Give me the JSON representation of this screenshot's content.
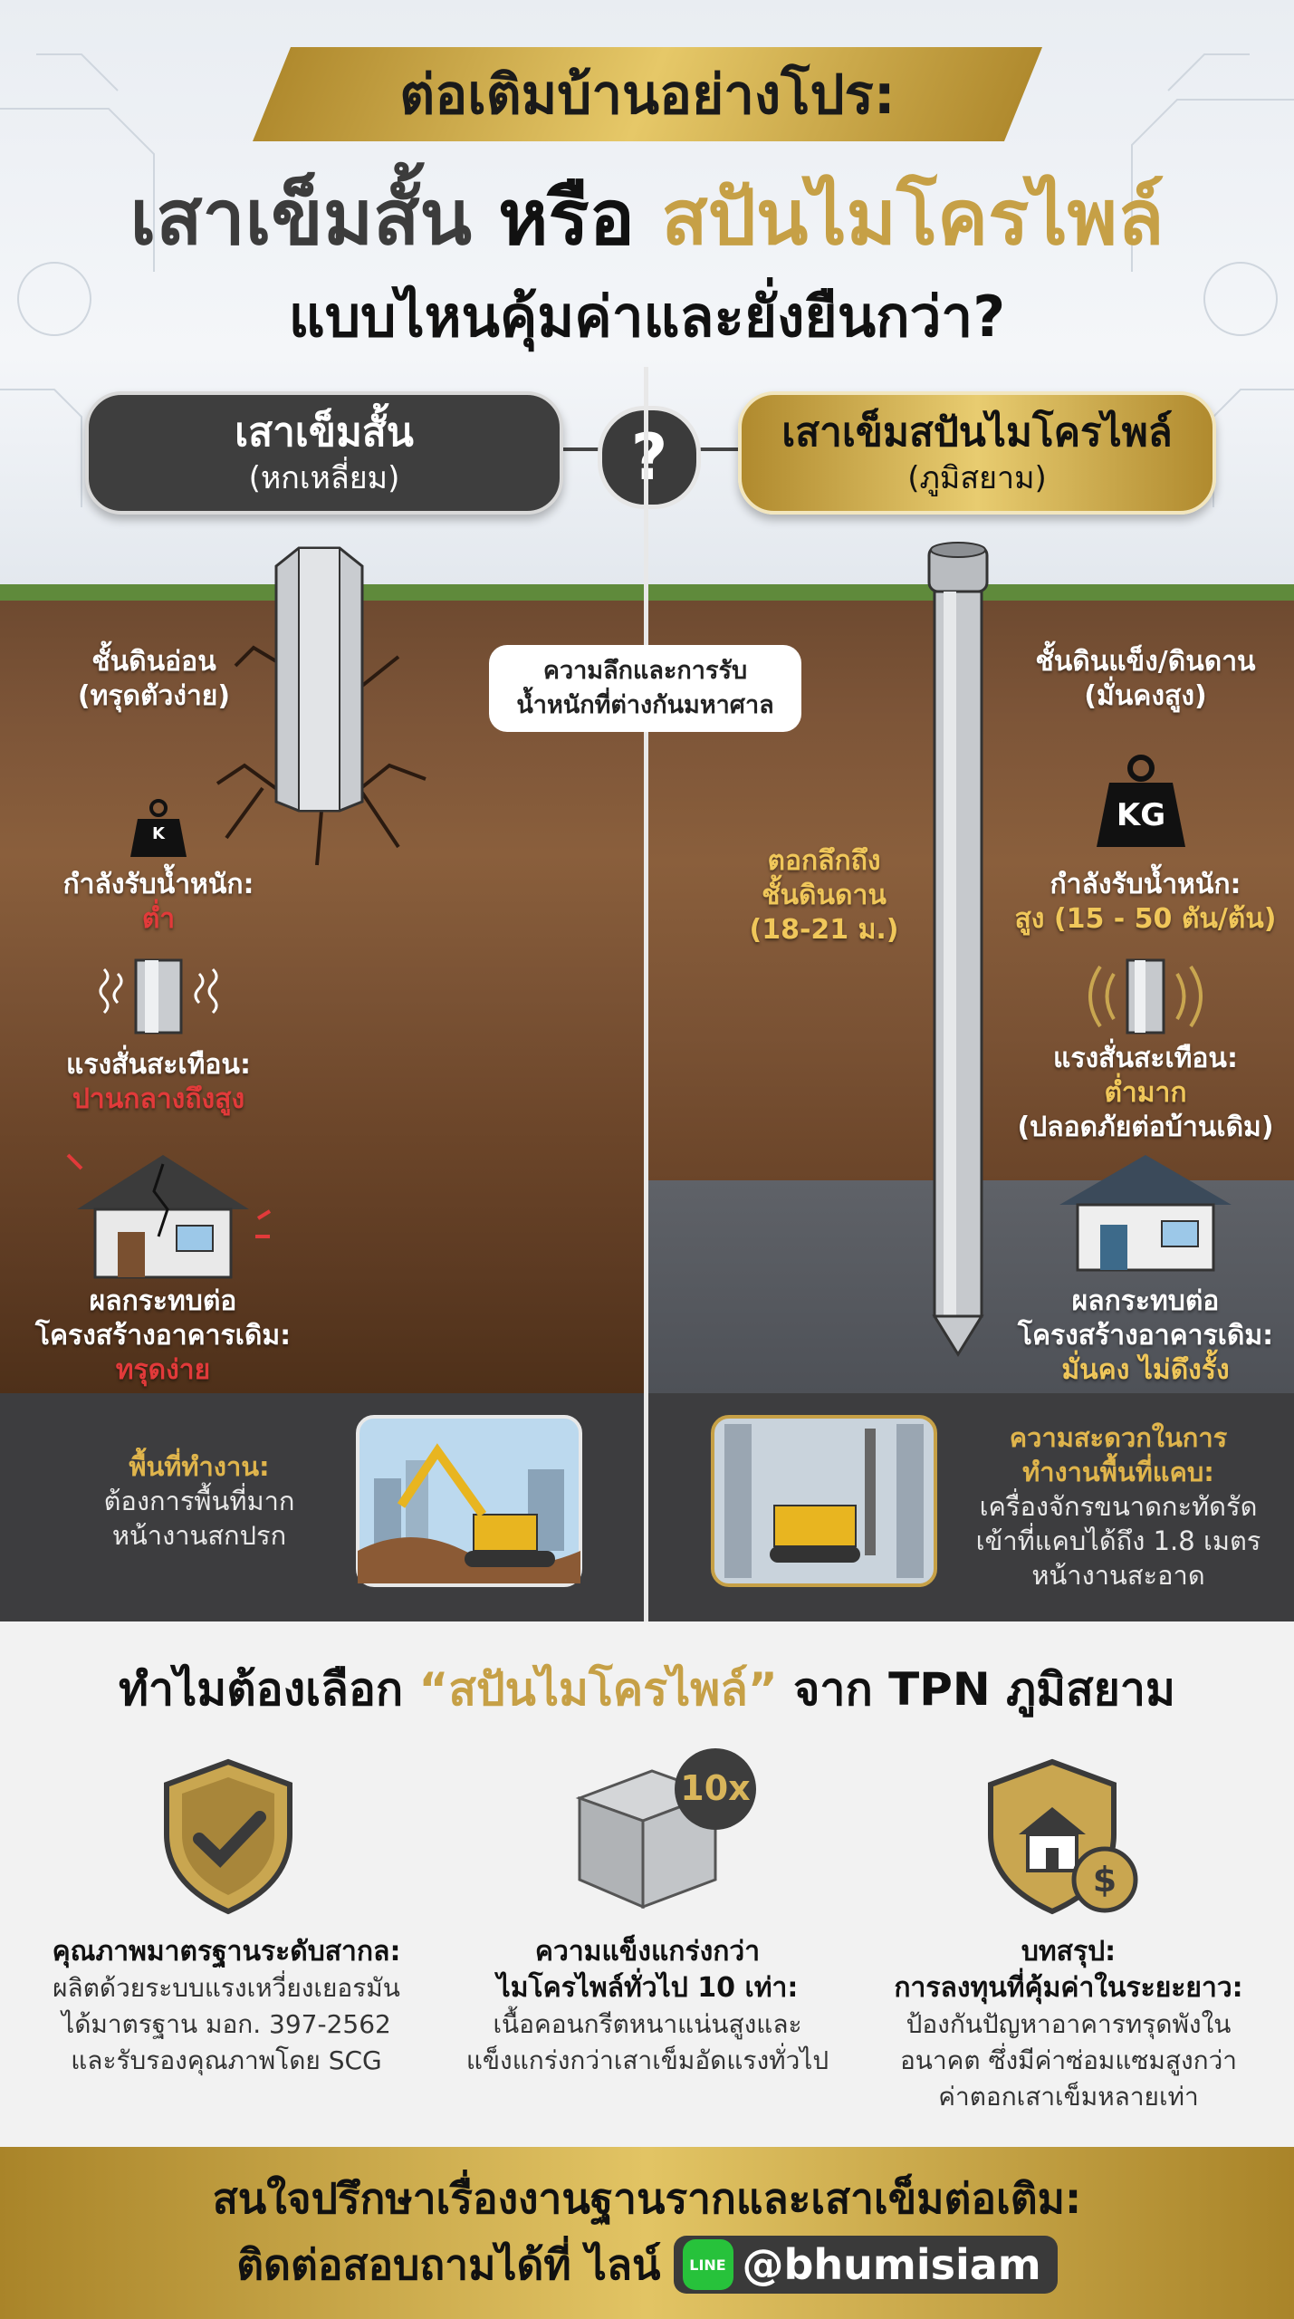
{
  "header": {
    "banner": "ต่อเติมบ้านอย่างโปร:",
    "title_part1": "เสาเข็มสั้น",
    "title_part2": "หรือ",
    "title_part3": "สปันไมโครไพล์",
    "subtitle": "แบบไหนคุ้มค่าและยั่งยืนกว่า?",
    "question_mark": "?"
  },
  "left_pill": {
    "title": "เสาเข็มสั้น",
    "subtitle": "(หกเหลี่ยม)"
  },
  "right_pill": {
    "title": "เสาเข็มสปันไมโครไพล์",
    "subtitle": "(ภูมิสยาม)"
  },
  "center_box": {
    "line1": "ความลึกและการรับ",
    "line2": "น้ำหนักที่ต่างกันมหาศาล"
  },
  "left": {
    "soil_label": "ชั้นดินอ่อน",
    "soil_sub": "(ทรุดตัวง่าย)",
    "weight_icon_text": "K",
    "load_label": "กำลังรับน้ำหนัก:",
    "load_value": "ต่ำ",
    "vibration_label": "แรงสั่นสะเทือน:",
    "vibration_value": "ปานกลางถึงสูง",
    "impact_label1": "ผลกระทบต่อ",
    "impact_label2": "โครงสร้างอาคารเดิม:",
    "impact_value": "ทรุดง่าย"
  },
  "right": {
    "soil_label": "ชั้นดินแข็ง/ดินดาน",
    "soil_sub": "(มั่นคงสูง)",
    "depth_label1": "ตอกลึกถึง",
    "depth_label2": "ชั้นดินดาน",
    "depth_value": "(18-21 ม.)",
    "weight_icon_text": "KG",
    "load_label": "กำลังรับน้ำหนัก:",
    "load_value": "สูง (15 - 50 ตัน/ต้น)",
    "vibration_label": "แรงสั่นสะเทือน:",
    "vibration_value": "ต่ำมาก",
    "vibration_note": "(ปลอดภัยต่อบ้านเดิม)",
    "impact_label1": "ผลกระทบต่อ",
    "impact_label2": "โครงสร้างอาคารเดิม:",
    "impact_value": "มั่นคง ไม่ดึงรั้ง"
  },
  "work_left": {
    "title": "พื้นที่ทำงาน:",
    "line1": "ต้องการพื้นที่มาก",
    "line2": "หน้างานสกปรก"
  },
  "work_right": {
    "title1": "ความสะดวกในการ",
    "title2": "ทำงานพื้นที่แคบ:",
    "line1": "เครื่องจักรขนาดกะทัดรัด",
    "line2": "เข้าที่แคบได้ถึง 1.8 เมตร",
    "line3": "หน้างานสะอาด"
  },
  "why": {
    "title_pre": "ทำไมต้องเลือก ",
    "title_highlight": "“สปันไมโครไพล์”",
    "title_post": " จาก TPN ภูมิสยาม",
    "badge_10x": "10x",
    "items": [
      {
        "heading": "คุณภาพมาตรฐานระดับสากล:",
        "lines": [
          "ผลิตด้วยระบบแรงเหวี่ยงเยอรมัน",
          "ได้มาตรฐาน มอก. 397-2562",
          "และรับรองคุณภาพโดย SCG"
        ]
      },
      {
        "heading1": "ความแข็งแกร่งกว่า",
        "heading2": "ไมโครไพล์ทั่วไป 10 เท่า:",
        "lines": [
          "เนื้อคอนกรีตหนาแน่นสูงและ",
          "แข็งแกร่งกว่าเสาเข็มอัดแรงทั่วไป"
        ]
      },
      {
        "heading1": "บทสรุป:",
        "heading2": "การลงทุนที่คุ้มค่าในระยะยาว:",
        "lines": [
          "ป้องกันปัญหาอาคารทรุดพังใน",
          "อนาคต ซึ่งมีค่าซ่อมแซมสูงกว่า",
          "ค่าตอกเสาเข็มหลายเท่า"
        ]
      }
    ]
  },
  "footer": {
    "line1": "สนใจปรึกษาเรื่องงานฐานรากและเสาเข็มต่อเติม:",
    "line2": "ติดต่อสอบถามได้ที่ ไลน์",
    "line_icon_text": "LINE",
    "handle": "@bhumisiam"
  },
  "colors": {
    "gold": "#c6a046",
    "dark": "#3e3e3e",
    "red": "#e23a3a",
    "line_green": "#27c23b"
  }
}
